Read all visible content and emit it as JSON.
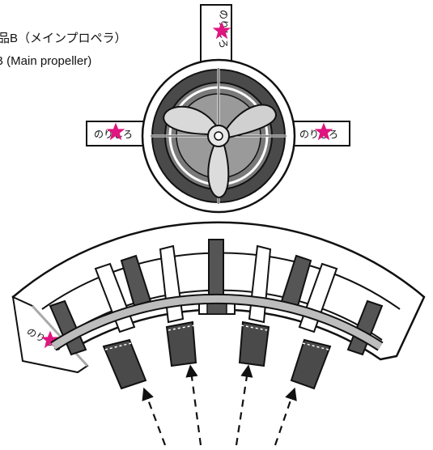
{
  "part_label": {
    "line1": "部品B（メインプロペラ）",
    "line2": "B (Main propeller)"
  },
  "glue_tab_text": "のりしろ",
  "colors": {
    "star": "#e0157f",
    "dark": "#4a4a4a",
    "mid": "#7a7a7a",
    "light": "#cfcfcf",
    "outline": "#111111"
  },
  "icons": {
    "glue_marker": "star-icon",
    "direction": "dashed-arrow-icon"
  },
  "arrow_count": 4
}
